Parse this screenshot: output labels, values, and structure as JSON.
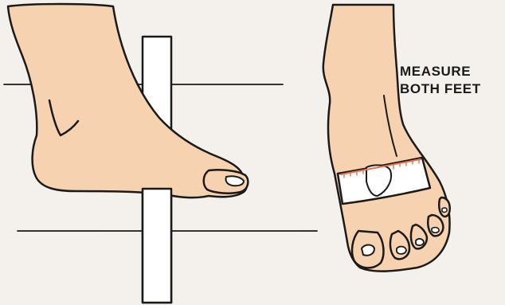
{
  "caption": {
    "line1": "MEASURE",
    "line2": "BOTH FEET"
  },
  "colors": {
    "background": "#f4f1ec",
    "skin": "#f7d2b1",
    "outline": "#1a1a1a",
    "ruler": "#ffffff",
    "tape": "#ffffff",
    "tape_marks": "#e8734a",
    "guide_lines": "#333333"
  },
  "icons": [
    "side-view-foot",
    "top-view-foot",
    "measuring-ruler",
    "measuring-tape"
  ]
}
